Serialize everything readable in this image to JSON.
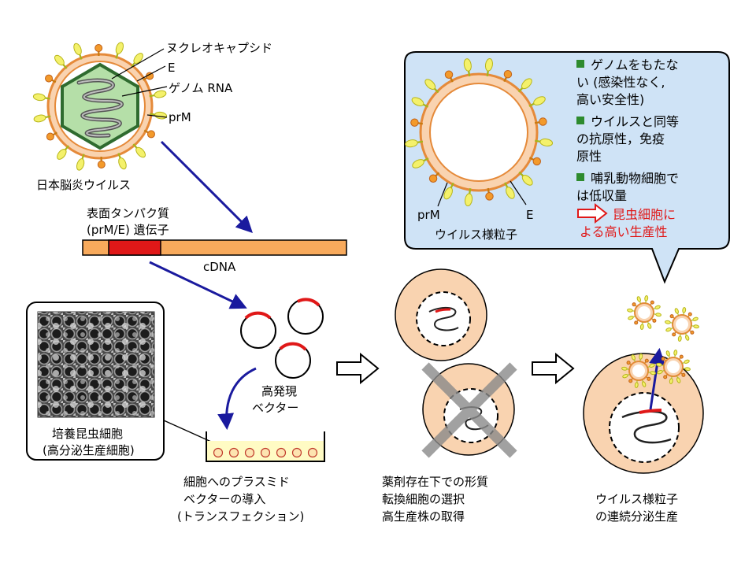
{
  "virus": {
    "labels": {
      "capsid": "ヌクレオキャプシド",
      "envelope": "E",
      "genome": "ゲノム RNA",
      "prm": "prM"
    },
    "caption": "日本脳炎ウイルス"
  },
  "gene": {
    "caption_line1": "表面タンパク質",
    "caption_line2": "(prM/E) 遺伝子",
    "cdna": "cDNA"
  },
  "vector": {
    "line1": "高発現",
    "line2": "ベクター"
  },
  "cell_photo": {
    "line1": "培養昆虫細胞",
    "line2": "(高分泌生産細胞)"
  },
  "steps": [
    {
      "line1": "細胞へのプラスミド",
      "line2": "ベクターの導入",
      "line3": "(トランスフェクション)"
    },
    {
      "line1": "薬剤存在下での形質",
      "line2": "転換細胞の選択",
      "line3": "高生産株の取得"
    },
    {
      "line1": "ウイルス様粒子",
      "line2": "の連続分泌生産"
    }
  ],
  "vlp": {
    "caption": "ウイルス様粒子",
    "label_prm": "prM",
    "label_e": "E",
    "bullets": [
      {
        "lines": [
          "ゲノムをもたな",
          "い (感染性なく,",
          "高い安全性)"
        ]
      },
      {
        "lines": [
          "ウイルスと同等",
          "の抗原性，免疫",
          "原性"
        ]
      },
      {
        "lines": [
          "哺乳動物細胞で",
          "は低収量"
        ]
      }
    ],
    "highlight_line1": "昆虫細胞に",
    "highlight_line2": "よる高い生産性"
  },
  "colors": {
    "arrow_blue": "#1a1a9e",
    "cell_fill": "#f9d3b0",
    "red_gene": "#e01818",
    "callout_bg": "#cfe3f6",
    "bullet_green": "#2e8b2e",
    "highlight_red": "#e01818"
  }
}
